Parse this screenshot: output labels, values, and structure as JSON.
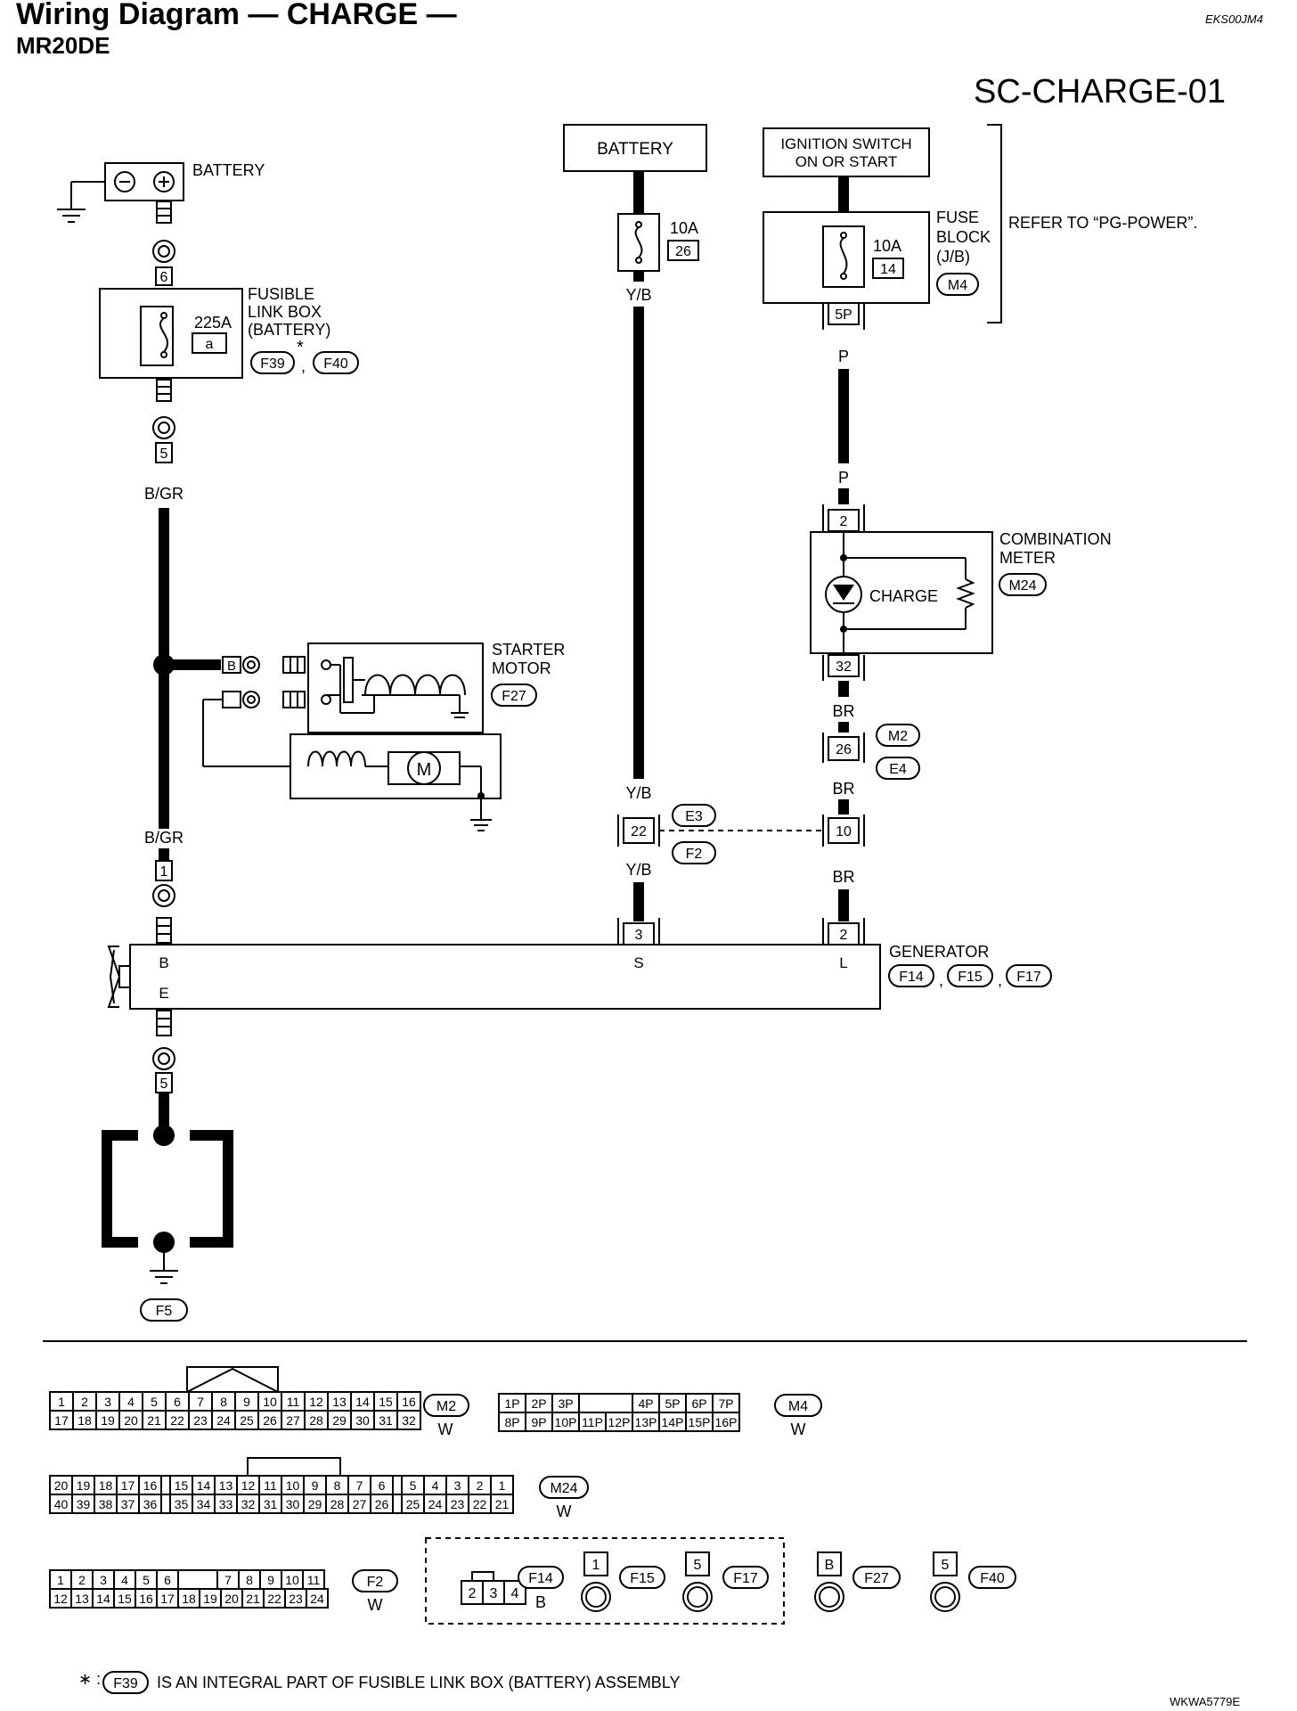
{
  "header": {
    "title": "Wiring Diagram — CHARGE —",
    "engine": "MR20DE",
    "doc_code": "EKS00JM4",
    "diagram_id": "SC-CHARGE-01",
    "footer_code": "WKWA5779E"
  },
  "labels": {
    "battery_left": "BATTERY",
    "battery_top": "BATTERY",
    "ign1": "IGNITION SWITCH",
    "ign2": "ON OR START",
    "fuse_10a": "10A",
    "fuse_26": "26",
    "fuse_14": "14",
    "fuse_block1": "FUSE",
    "fuse_block2": "BLOCK",
    "fuse_block3": "(J/B)",
    "refer": "REFER TO “PG-POWER”.",
    "fl1": "FUSIBLE",
    "fl2": "LINK BOX",
    "fl3": "(BATTERY)",
    "fl_amp": "225A",
    "fl_a": "a",
    "star": "*",
    "comma": ",",
    "comb1": "COMBINATION",
    "comb2": "METER",
    "charge": "CHARGE",
    "starter1": "STARTER",
    "starter2": "MOTOR",
    "motor_m": "M",
    "generator": "GENERATOR",
    "term_b": "B",
    "term_e": "E",
    "term_s": "S",
    "term_l": "L"
  },
  "wires": {
    "bgr": "B/GR",
    "yb": "Y/B",
    "p": "P",
    "br": "BR",
    "b": "B"
  },
  "pins": {
    "p6": "6",
    "p5": "5",
    "p1": "1",
    "p5b": "5",
    "p5p": "5P",
    "p2": "2",
    "p32": "32",
    "p26": "26",
    "p10": "10",
    "p22": "22",
    "p3": "3",
    "p2b": "2",
    "sB": "B"
  },
  "connectors": {
    "m4": "M4",
    "m24": "M24",
    "m2": "M2",
    "e4": "E4",
    "e3": "E3",
    "f2": "F2",
    "f27": "F27",
    "f39": "F39",
    "f40": "F40",
    "f14": "F14",
    "f15": "F15",
    "f17": "F17",
    "f5": "F5"
  },
  "legend": {
    "m2_top": [
      "1",
      "2",
      "3",
      "4",
      "5",
      "6",
      "7",
      "8",
      "9",
      "10",
      "11",
      "12",
      "13",
      "14",
      "15",
      "16"
    ],
    "m2_bot": [
      "17",
      "18",
      "19",
      "20",
      "21",
      "22",
      "23",
      "24",
      "25",
      "26",
      "27",
      "28",
      "29",
      "30",
      "31",
      "32"
    ],
    "m2_color": "W",
    "m4_top": [
      "1P",
      "2P",
      "3P",
      "",
      "4P",
      "5P",
      "6P",
      "7P"
    ],
    "m4_bot": [
      "8P",
      "9P",
      "10P",
      "11P",
      "12P",
      "13P",
      "14P",
      "15P",
      "16P"
    ],
    "m4_color": "W",
    "m24_top": [
      "20",
      "19",
      "18",
      "17",
      "16",
      "",
      "15",
      "14",
      "13",
      "12",
      "11",
      "10",
      "9",
      "8",
      "7",
      "6",
      "",
      "5",
      "4",
      "3",
      "2",
      "1"
    ],
    "m24_bot": [
      "40",
      "39",
      "38",
      "37",
      "36",
      "",
      "35",
      "34",
      "33",
      "32",
      "31",
      "30",
      "29",
      "28",
      "27",
      "26",
      "",
      "25",
      "24",
      "23",
      "22",
      "21"
    ],
    "m24_color": "W",
    "f2_top": [
      "1",
      "2",
      "3",
      "4",
      "5",
      "6",
      "",
      "7",
      "8",
      "9",
      "10",
      "11"
    ],
    "f2_bot": [
      "12",
      "13",
      "14",
      "15",
      "16",
      "17",
      "18",
      "19",
      "20",
      "21",
      "22",
      "23",
      "24"
    ],
    "f2_color": "W",
    "f14_pins": [
      "2",
      "3",
      "4"
    ],
    "f14_color": "B",
    "f15_pin": "1",
    "f17_pin": "5",
    "f27_pin": "B",
    "f40_pin": "5"
  },
  "footnote": {
    "prefix": "∗ :",
    "text": "IS AN INTEGRAL PART OF FUSIBLE LINK BOX (BATTERY) ASSEMBLY"
  }
}
